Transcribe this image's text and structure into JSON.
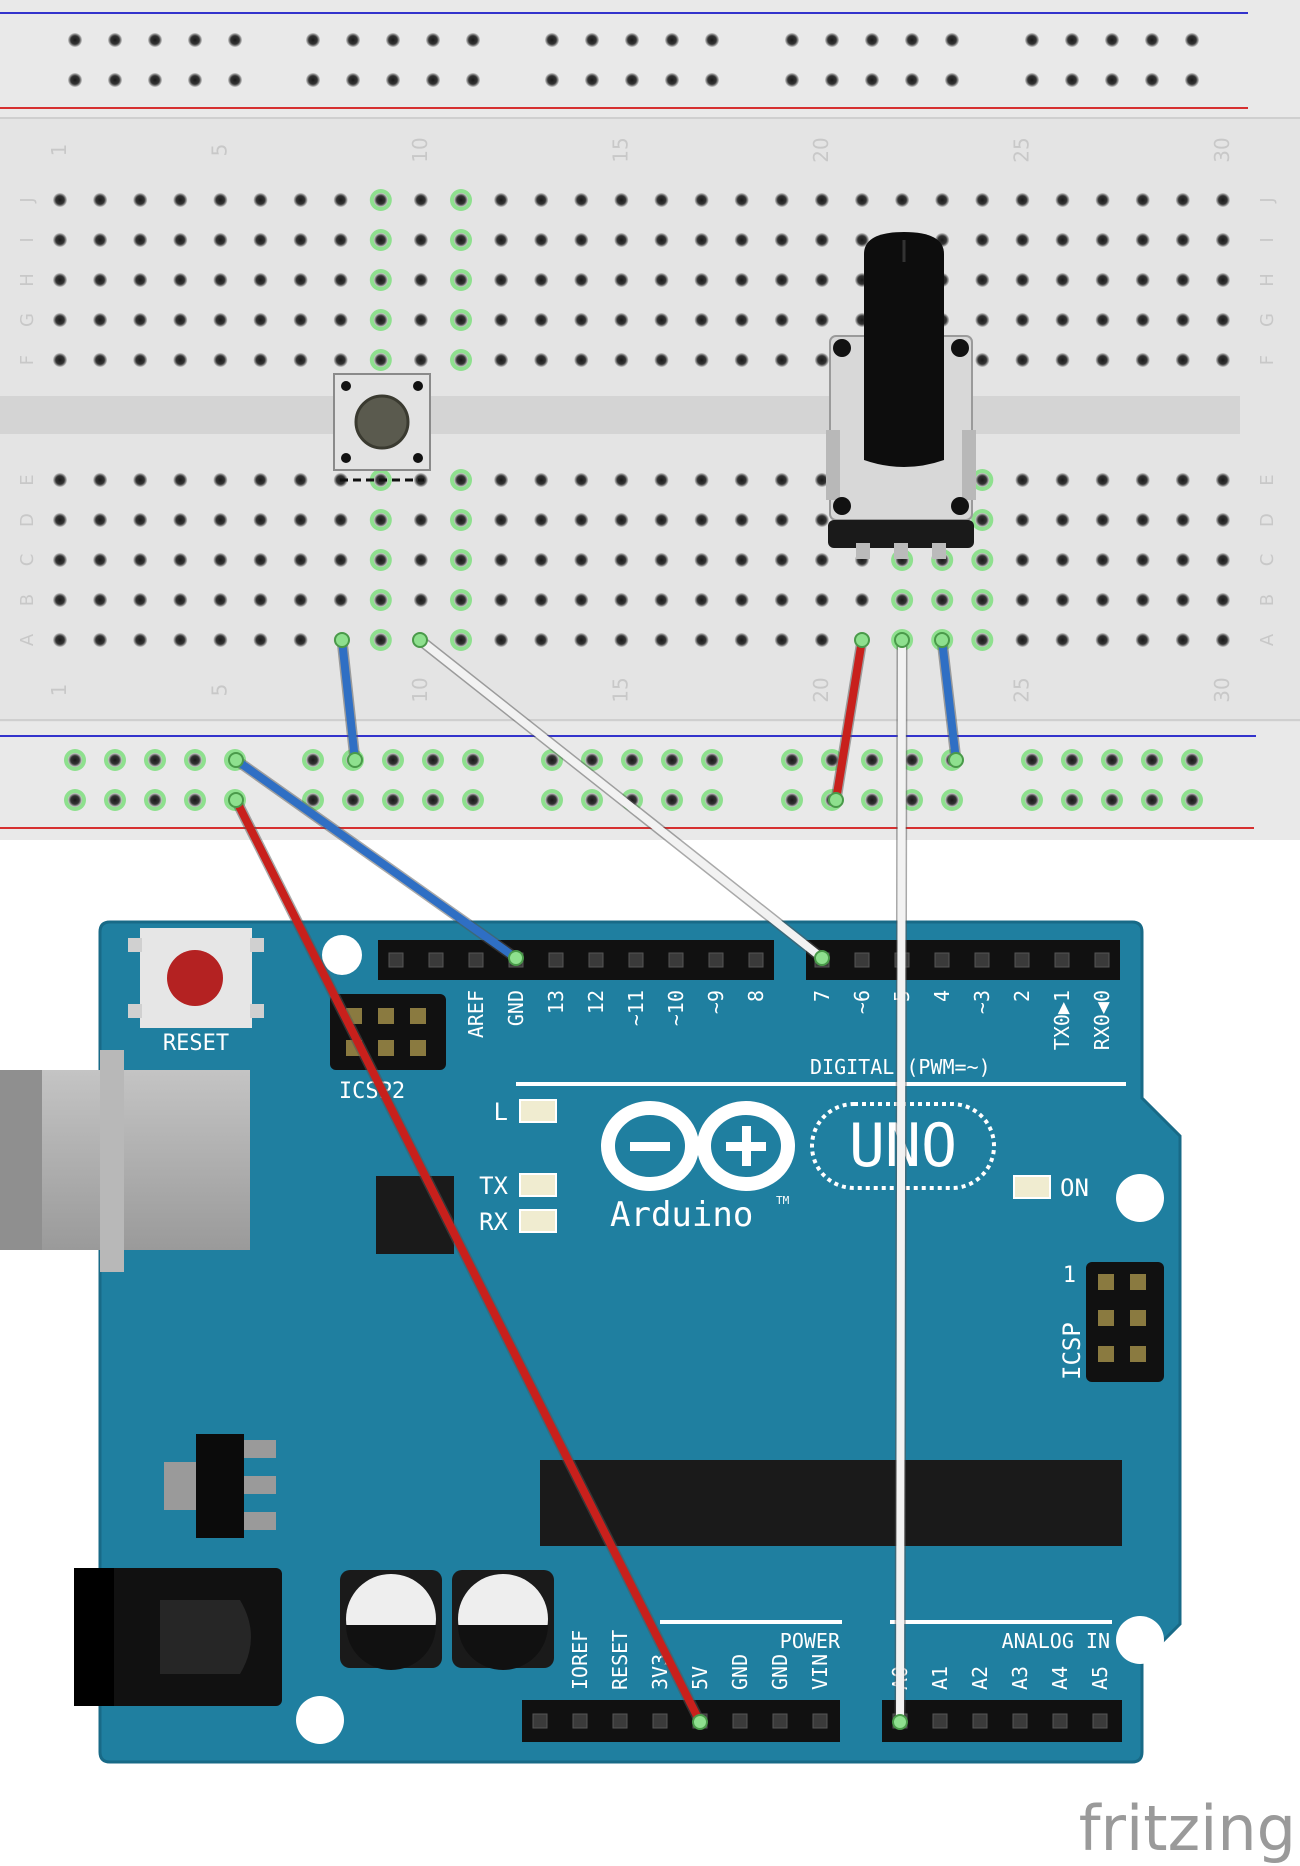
{
  "breadboard": {
    "column_labels": [
      "1",
      "5",
      "10",
      "15",
      "20",
      "25",
      "30"
    ],
    "row_labels_top": [
      "J",
      "I",
      "H",
      "G",
      "F"
    ],
    "row_labels_bottom": [
      "E",
      "D",
      "C",
      "B",
      "A"
    ]
  },
  "arduino": {
    "reset_label": "RESET",
    "icsp2_label": "ICSP2",
    "icsp_label": "ICSP",
    "icsp_pin1": "1",
    "led_l": "L",
    "led_tx": "TX",
    "led_rx": "RX",
    "led_on": "ON",
    "brand": "Arduino",
    "tm": "TM",
    "model": "UNO",
    "digital_section": "DIGITAL (PWM=~)",
    "power_section": "POWER",
    "analog_section": "ANALOG IN",
    "digital_pins": [
      "AREF",
      "GND",
      "13",
      "12",
      "~11",
      "~10",
      "~9",
      "8",
      "7",
      "~6",
      "~5",
      "4",
      "~3",
      "2",
      "TX0▶1",
      "RX0◀0"
    ],
    "power_pins": [
      "IOREF",
      "RESET",
      "3V3",
      "5V",
      "GND",
      "GND",
      "VIN"
    ],
    "analog_pins": [
      "A0",
      "A1",
      "A2",
      "A3",
      "A4",
      "A5"
    ]
  },
  "watermark": "fritzing",
  "colors": {
    "board": "#1f7fa0",
    "wire_red": "#c8201c",
    "wire_blue": "#2f6fc4",
    "wire_white": "#f2f2f2",
    "breadboard": "#e6e6e6",
    "rail_blue": "#3333cc",
    "rail_red": "#d63030",
    "highlight": "#8ee08e"
  }
}
